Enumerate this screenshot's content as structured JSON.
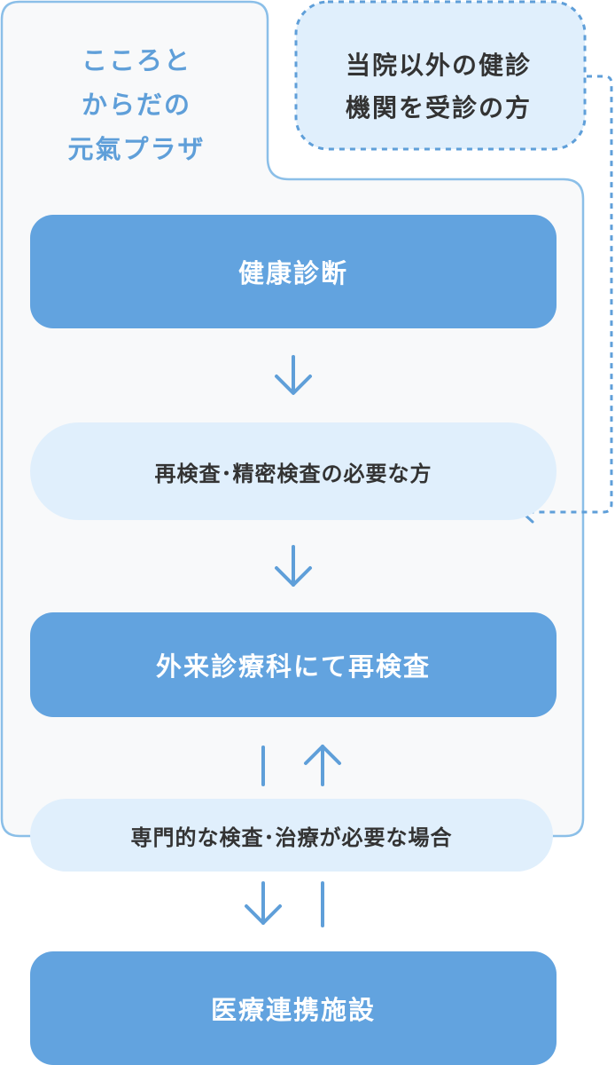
{
  "facility": {
    "name": "こころと\nからだの\n元氣プラザ"
  },
  "external_note": {
    "text": "当院以外の健診\n機関を受診の方"
  },
  "steps": [
    {
      "label": "健康診断"
    },
    {
      "label": "再検査･精密検査の必要な方"
    },
    {
      "label": "外来診療科にて再検査"
    },
    {
      "label": "専門的な検査･治療が必要な場合"
    },
    {
      "label": "医療連携施設"
    }
  ],
  "colors": {
    "dark_box": "#62a3df",
    "light_box": "#e0effc",
    "frame_border": "#8bbfe8",
    "frame_fill": "#f8f9fa",
    "arrow": "#5f9fd9",
    "text_dark": "#333333",
    "text_white": "#ffffff",
    "facility_text": "#5f9fd9"
  }
}
